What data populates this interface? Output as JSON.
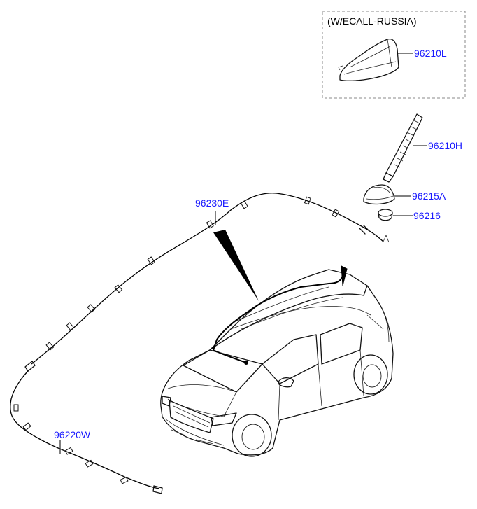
{
  "variant_box": {
    "label": "(W/ECALL-RUSSIA)"
  },
  "parts": {
    "shark_fin_antenna": "96210L",
    "antenna_rod": "96210H",
    "antenna_base": "96215A",
    "grommet": "96216",
    "roof_feeder_cable": "96230E",
    "extension_cable": "96220W"
  },
  "colors": {
    "label": "#1a1aff",
    "line": "#000000",
    "box_border": "#8a8a8a"
  }
}
